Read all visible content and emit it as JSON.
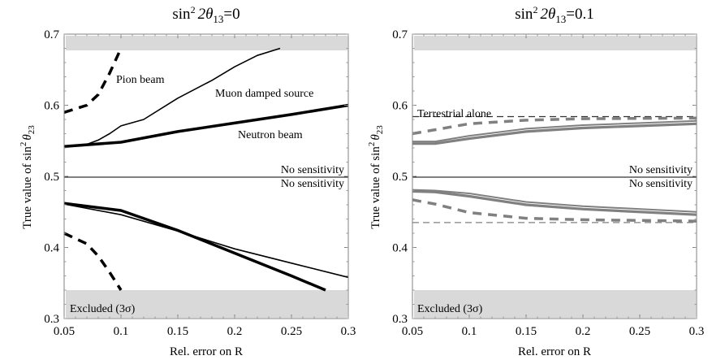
{
  "chart_data": [
    {
      "type": "line",
      "title": "sin²2θ13=0",
      "title_parts": {
        "base": "sin",
        "sup": "2",
        "mid": "2θ",
        "sub": "13",
        "tail": "=0"
      },
      "xlabel": "Rel. error on R",
      "ylabel": "True value of sin²θ23",
      "xlim": [
        0.05,
        0.3
      ],
      "ylim": [
        0.3,
        0.7
      ],
      "xticks": [
        "0.05",
        "0.1",
        "0.15",
        "0.2",
        "0.25",
        "0.3"
      ],
      "yticks": [
        "0.3",
        "0.4",
        "0.5",
        "0.6",
        "0.7"
      ],
      "grid": false,
      "shaded_regions": [
        {
          "y": [
            0.68,
            0.7
          ],
          "color": "#d9d9d9"
        },
        {
          "y": [
            0.3,
            0.34
          ],
          "color": "#d9d9d9",
          "label": "Excluded (3σ)"
        }
      ],
      "reference_line": {
        "y": 0.5,
        "labels": [
          "No sensitivity",
          "No sensitivity"
        ]
      },
      "annotations": [
        "Pion beam",
        "Muon damped source",
        "Neutron beam",
        "No sensitivity",
        "No sensitivity",
        "Excluded (3σ)"
      ],
      "series": [
        {
          "name": "Pion beam (upper)",
          "style": "dashed",
          "width": 3.5,
          "color": "#000000",
          "x": [
            0.05,
            0.07,
            0.08,
            0.09,
            0.1
          ],
          "y": [
            0.59,
            0.6,
            0.615,
            0.645,
            0.68
          ]
        },
        {
          "name": "Pion beam (lower)",
          "style": "dashed",
          "width": 3.5,
          "color": "#000000",
          "x": [
            0.05,
            0.07,
            0.08,
            0.09,
            0.1
          ],
          "y": [
            0.42,
            0.405,
            0.388,
            0.365,
            0.34
          ]
        },
        {
          "name": "Muon damped source (upper)",
          "style": "solid",
          "width": 1.6,
          "color": "#000000",
          "x": [
            0.05,
            0.07,
            0.08,
            0.09,
            0.1,
            0.12,
            0.15,
            0.18,
            0.2,
            0.22,
            0.24
          ],
          "y": [
            0.542,
            0.545,
            0.551,
            0.56,
            0.571,
            0.58,
            0.61,
            0.635,
            0.654,
            0.67,
            0.68
          ]
        },
        {
          "name": "Muon damped source (lower)",
          "style": "solid",
          "width": 1.6,
          "color": "#000000",
          "x": [
            0.05,
            0.1,
            0.15,
            0.2,
            0.25,
            0.3
          ],
          "y": [
            0.461,
            0.446,
            0.423,
            0.398,
            0.378,
            0.358
          ]
        },
        {
          "name": "Neutron beam (upper)",
          "style": "solid",
          "width": 3.5,
          "color": "#000000",
          "x": [
            0.05,
            0.1,
            0.15,
            0.2,
            0.25,
            0.3
          ],
          "y": [
            0.542,
            0.548,
            0.563,
            0.575,
            0.587,
            0.6
          ]
        },
        {
          "name": "Neutron beam (lower)",
          "style": "solid",
          "width": 3.5,
          "color": "#000000",
          "x": [
            0.05,
            0.1,
            0.15,
            0.2,
            0.25,
            0.28
          ],
          "y": [
            0.462,
            0.452,
            0.424,
            0.392,
            0.36,
            0.34
          ]
        }
      ]
    },
    {
      "type": "line",
      "title": "sin²2θ13=0.1",
      "title_parts": {
        "base": "sin",
        "sup": "2",
        "mid": "2θ",
        "sub": "13",
        "tail": "=0.1"
      },
      "xlabel": "Rel. error on R",
      "ylabel": "True value of sin²θ23",
      "xlim": [
        0.05,
        0.3
      ],
      "ylim": [
        0.3,
        0.7
      ],
      "xticks": [
        "0.05",
        "0.1",
        "0.15",
        "0.2",
        "0.25",
        "0.3"
      ],
      "yticks": [
        "0.3",
        "0.4",
        "0.5",
        "0.6",
        "0.7"
      ],
      "grid": false,
      "shaded_regions": [
        {
          "y": [
            0.68,
            0.7
          ],
          "color": "#d9d9d9"
        },
        {
          "y": [
            0.3,
            0.34
          ],
          "color": "#d9d9d9",
          "label": "Excluded (3σ)"
        }
      ],
      "reference_line": {
        "y": 0.5,
        "labels": [
          "No sensitivity",
          "No sensitivity"
        ]
      },
      "annotations": [
        "Terrestrial alone",
        "No sensitivity",
        "No sensitivity",
        "Excluded (3σ)"
      ],
      "series": [
        {
          "name": "Terrestrial alone (upper)",
          "style": "dashed-thin",
          "width": 1.2,
          "color": "#333333",
          "x": [
            0.05,
            0.3
          ],
          "y": [
            0.584,
            0.584
          ]
        },
        {
          "name": "Terrestrial alone (lower)",
          "style": "dashed-thin",
          "width": 1.2,
          "color": "#808080",
          "x": [
            0.05,
            0.3
          ],
          "y": [
            0.435,
            0.435
          ]
        },
        {
          "name": "Pion beam (upper)",
          "style": "dashed",
          "width": 3.5,
          "color": "#808080",
          "x": [
            0.05,
            0.1,
            0.15,
            0.2,
            0.3
          ],
          "y": [
            0.56,
            0.574,
            0.579,
            0.581,
            0.582
          ]
        },
        {
          "name": "Pion beam (lower)",
          "style": "dashed",
          "width": 3.5,
          "color": "#808080",
          "x": [
            0.05,
            0.07,
            0.1,
            0.15,
            0.2,
            0.3
          ],
          "y": [
            0.467,
            0.461,
            0.449,
            0.441,
            0.439,
            0.437
          ]
        },
        {
          "name": "Muon damped source (upper)",
          "style": "solid",
          "width": 2.0,
          "color": "#808080",
          "x": [
            0.05,
            0.07,
            0.1,
            0.15,
            0.2,
            0.3
          ],
          "y": [
            0.549,
            0.549,
            0.557,
            0.567,
            0.572,
            0.578
          ]
        },
        {
          "name": "Neutron beam (upper)",
          "style": "solid",
          "width": 3.2,
          "color": "#808080",
          "x": [
            0.05,
            0.07,
            0.1,
            0.15,
            0.2,
            0.3
          ],
          "y": [
            0.546,
            0.546,
            0.553,
            0.563,
            0.568,
            0.574
          ]
        },
        {
          "name": "Muon damped source (lower)",
          "style": "solid",
          "width": 2.0,
          "color": "#808080",
          "x": [
            0.05,
            0.07,
            0.1,
            0.15,
            0.2,
            0.3
          ],
          "y": [
            0.481,
            0.48,
            0.476,
            0.464,
            0.458,
            0.45
          ]
        },
        {
          "name": "Neutron beam (lower)",
          "style": "solid",
          "width": 3.2,
          "color": "#808080",
          "x": [
            0.05,
            0.07,
            0.1,
            0.15,
            0.2,
            0.3
          ],
          "y": [
            0.479,
            0.478,
            0.472,
            0.46,
            0.454,
            0.446
          ]
        }
      ]
    }
  ],
  "panels": [
    {
      "title_base": "sin",
      "title_sup": "2",
      "title_mid": "2θ",
      "title_sub": "13",
      "title_tail": "=0",
      "xlabel": "Rel. error on R",
      "ylabel_base": "True value of sin",
      "ylabel_sup": "2",
      "ylabel_theta": "θ",
      "ylabel_sub": "23",
      "labels": {
        "pion": "Pion beam",
        "muon": "Muon damped source",
        "neutron": "Neutron beam",
        "nosens_top": "No sensitivity",
        "nosens_bottom": "No sensitivity",
        "excluded": "Excluded (3σ)"
      }
    },
    {
      "title_base": "sin",
      "title_sup": "2",
      "title_mid": "2θ",
      "title_sub": "13",
      "title_tail": "=0.1",
      "xlabel": "Rel. error on R",
      "ylabel_base": "True value of sin",
      "ylabel_sup": "2",
      "ylabel_theta": "θ",
      "ylabel_sub": "23",
      "labels": {
        "terrestrial": "Terrestrial alone",
        "nosens_top": "No sensitivity",
        "nosens_bottom": "No sensitivity",
        "excluded": "Excluded (3σ)"
      }
    }
  ],
  "colors": {
    "shade": "#d9d9d9",
    "frame": "#808080",
    "gray_curve": "#808080",
    "black_curve": "#000000"
  }
}
